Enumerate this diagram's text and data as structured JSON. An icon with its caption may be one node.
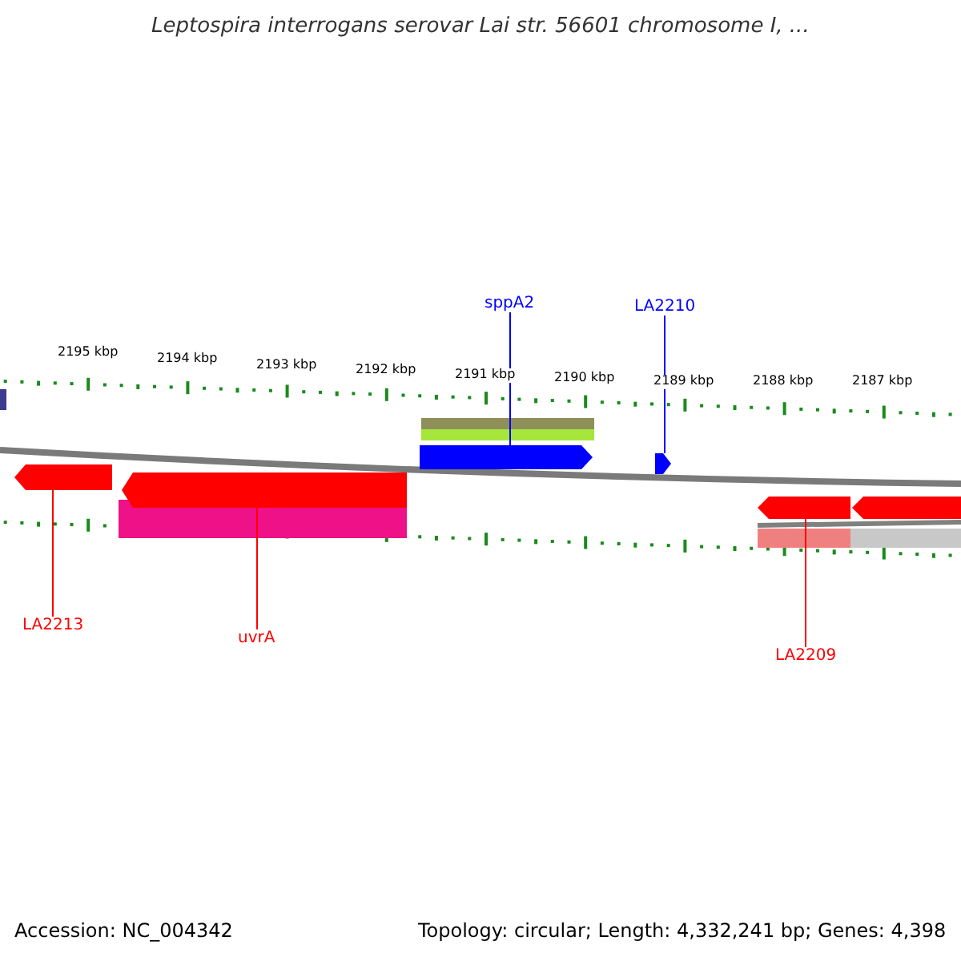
{
  "diagram": {
    "title": "Leptospira interrogans serovar Lai str. 56601 chromosome I, ...",
    "nodes": [
      {
        "text": [
          "sppA2"
        ]
      },
      {
        "text": [],
        "shape": "arrow"
      },
      {
        "text": [
          "LA2210"
        ]
      },
      {
        "text": [],
        "shape": "arrow"
      },
      {
        "text": [
          "LA2213"
        ]
      },
      {
        "text": [],
        "shape": "arrow"
      },
      {
        "text": [
          "uvrA"
        ]
      },
      {
        "text": [],
        "shape": "arrow"
      },
      {
        "text": [
          "LA2209"
        ]
      },
      {
        "text": [],
        "shape": "arrow"
      }
    ],
    "edges": [
      {
        "from": 0,
        "to": 1,
        "arrow": "none",
        "color": "#0000ff"
      },
      {
        "from": 2,
        "to": 3,
        "arrow": "none",
        "color": "#0000ff"
      },
      {
        "from": 4,
        "to": 5,
        "arrow": "none"
      },
      {
        "from": 6,
        "to": 7,
        "arrow": "none"
      },
      {
        "from": 8,
        "to": 9,
        "arrow": "none"
      }
    ],
    "labels": [
      "2195 kbp",
      "2194 kbp",
      "2193 kbp",
      "2192 kbp",
      "2191 kbp",
      "2190 kbp",
      "2189 kbp",
      "2188 kbp",
      "2187 kbp",
      "Accession: NC_004342",
      "Topology: circular; Length: 4,332,241 bp; Genes: 4,398"
    ]
  }
}
